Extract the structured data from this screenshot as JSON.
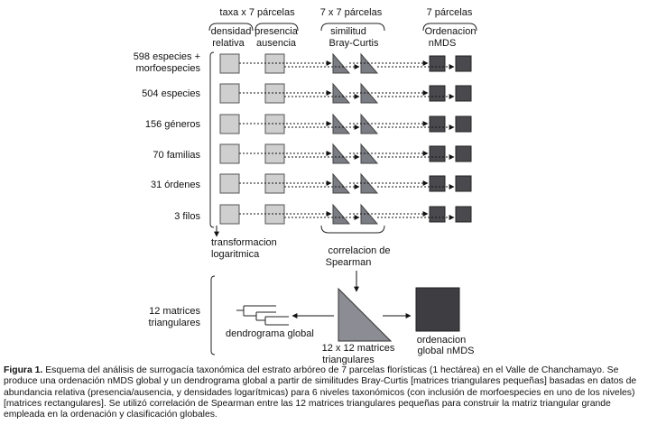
{
  "headers": {
    "taxa_parcelas": "taxa x 7 párcelas",
    "parcelas_7x7": "7 x 7 párcelas",
    "parcelas_7": "7 párcelas"
  },
  "column_labels": {
    "densidad_1": "densidad",
    "densidad_2": "relativa",
    "presencia_1": "presencia",
    "presencia_2": "ausencia",
    "similitud_1": "similitud",
    "similitud_2": "Bray-Curtis",
    "ordenacion_1": "Ordenacion",
    "ordenacion_2": "nMDS"
  },
  "rows": [
    {
      "label_1": "598 especies +",
      "label_2": "morfoespecies"
    },
    {
      "label_1": "504 especies",
      "label_2": ""
    },
    {
      "label_1": "156 géneros",
      "label_2": ""
    },
    {
      "label_1": "70 familias",
      "label_2": ""
    },
    {
      "label_1": "31 órdenes",
      "label_2": ""
    },
    {
      "label_1": "3 filos",
      "label_2": ""
    }
  ],
  "transform_label_1": "transformacion",
  "transform_label_2": "logaritmica",
  "spearman_label_1": "correlacion de",
  "spearman_label_2": "Spearman",
  "bottom": {
    "matrices_1": "12 matrices",
    "matrices_2": "triangulares",
    "dendrogram_label": "dendrograma global",
    "matrix_label": "12 x 12 matrices",
    "matrix_label_2": "triangulares",
    "ordination_label_1": "ordenacion",
    "ordination_label_2": "global nMDS"
  },
  "caption": {
    "bold": "Figura 1.",
    "text": " Esquema del análisis de surrogacía taxonómica del estrato arbóreo de 7 parcelas florísticas (1 hectárea) en el Valle de Chanchamayo. Se produce una ordenación nMDS global y un dendrograma global a partir de similitudes Bray-Curtis [matrices triangulares pequeñas] basadas en datos de abundancia relativa (presencia/ausencia, y densidades logarítmicas) para 6 niveles taxonómicos (con inclusión de morfoespecies en uno de los niveles) [matrices rectangulares]. Se utilizó correlación de Spearman entre las 12 matrices triangulares pequeñas para construir la matriz triangular grande empleada en la ordenación y clasificación globales."
  },
  "colors": {
    "square_fill": "#cfcfcf",
    "triangle_fill": "#7b7d84",
    "dark_fill": "#4a4a4e",
    "big_matrix_fill": "#8c8d94",
    "big_square_fill": "#3e3e42"
  }
}
